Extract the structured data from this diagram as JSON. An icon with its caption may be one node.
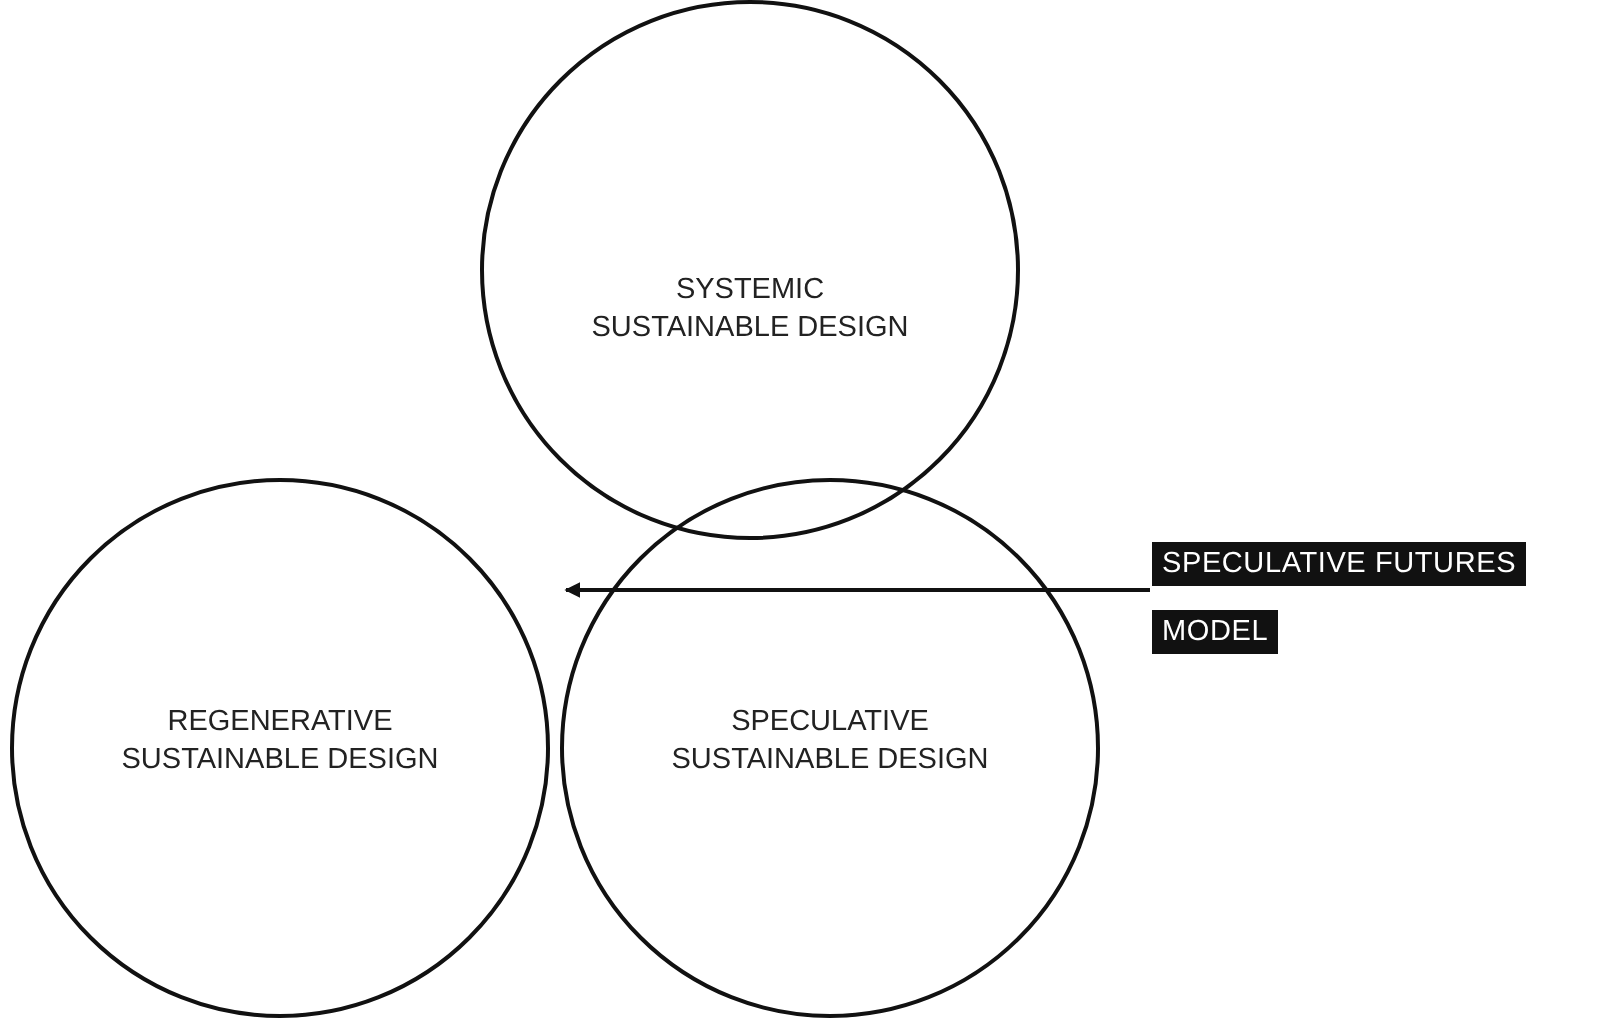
{
  "diagram": {
    "nodes": [
      {
        "text": [
          "SYSTEMIC SUSTAINABLE DESIGN"
        ]
      },
      {
        "text": [
          "REGENERATIVE SUSTAINABLE DESIGN"
        ]
      },
      {
        "text": [
          "SPECULATIVE SUSTAINABLE DESIGN"
        ]
      },
      {
        "text": [
          "SPECULATIVE FUTURES",
          "MODEL"
        ]
      }
    ],
    "edges": [
      {
        "from": 3,
        "to": 2,
        "arrow": "to"
      }
    ]
  }
}
